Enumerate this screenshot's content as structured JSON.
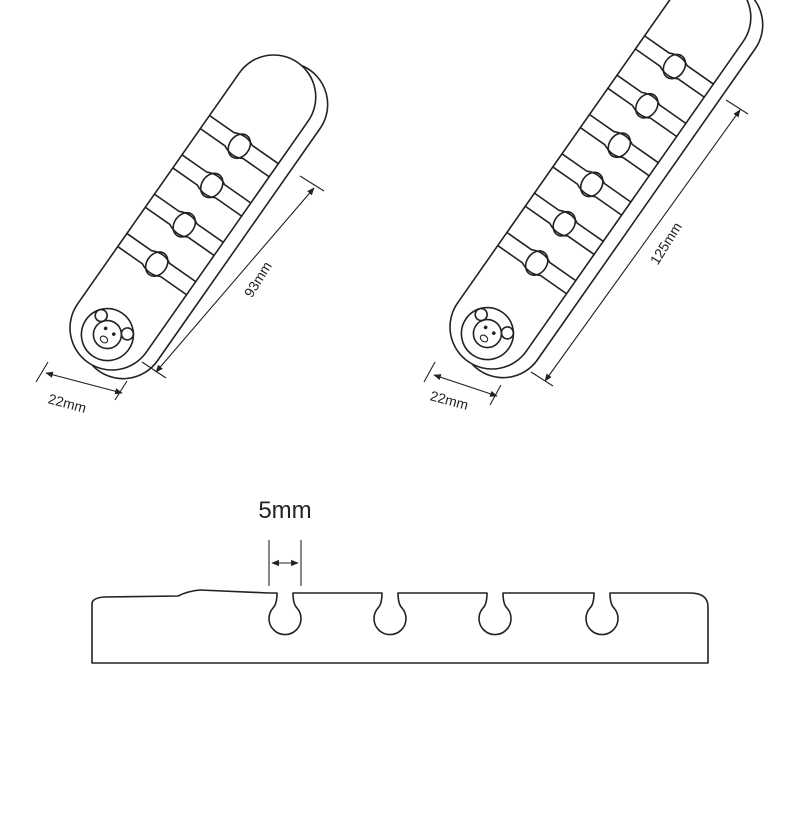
{
  "diagram": {
    "colors": {
      "line": "#222222",
      "background": "#ffffff"
    },
    "small_organizer": {
      "slots": 4,
      "length_label": "93mm",
      "width_label": "22mm",
      "icon": "bear-face-icon"
    },
    "large_organizer": {
      "slots": 6,
      "length_label": "125mm",
      "width_label": "22mm",
      "icon": "bear-face-icon"
    },
    "side_profile": {
      "slots": 4,
      "gap_label": "5mm"
    }
  }
}
